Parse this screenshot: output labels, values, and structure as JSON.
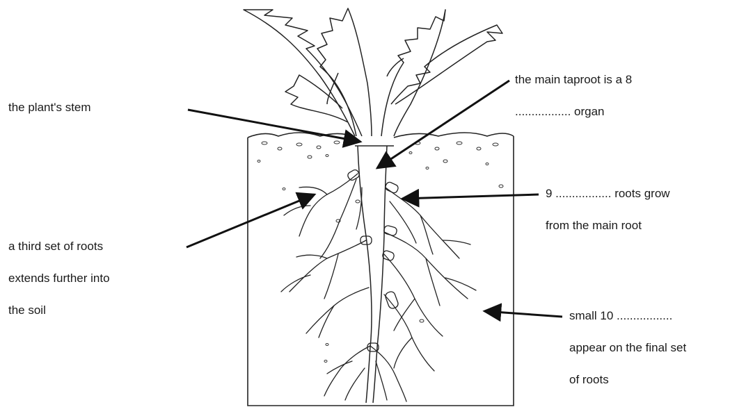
{
  "labels": {
    "stem": "the plant's stem",
    "taproot_line1": "the main taproot is a 8",
    "taproot_line2": "................. organ",
    "roots9_line1": "9 ................. roots grow",
    "roots9_line2": "from the main root",
    "third_line1": "a third set of roots",
    "third_line2": "extends further into",
    "third_line3": "the soil",
    "small10_line1": "small 10 .................",
    "small10_line2": "appear on the final set",
    "small10_line3": "of roots"
  }
}
